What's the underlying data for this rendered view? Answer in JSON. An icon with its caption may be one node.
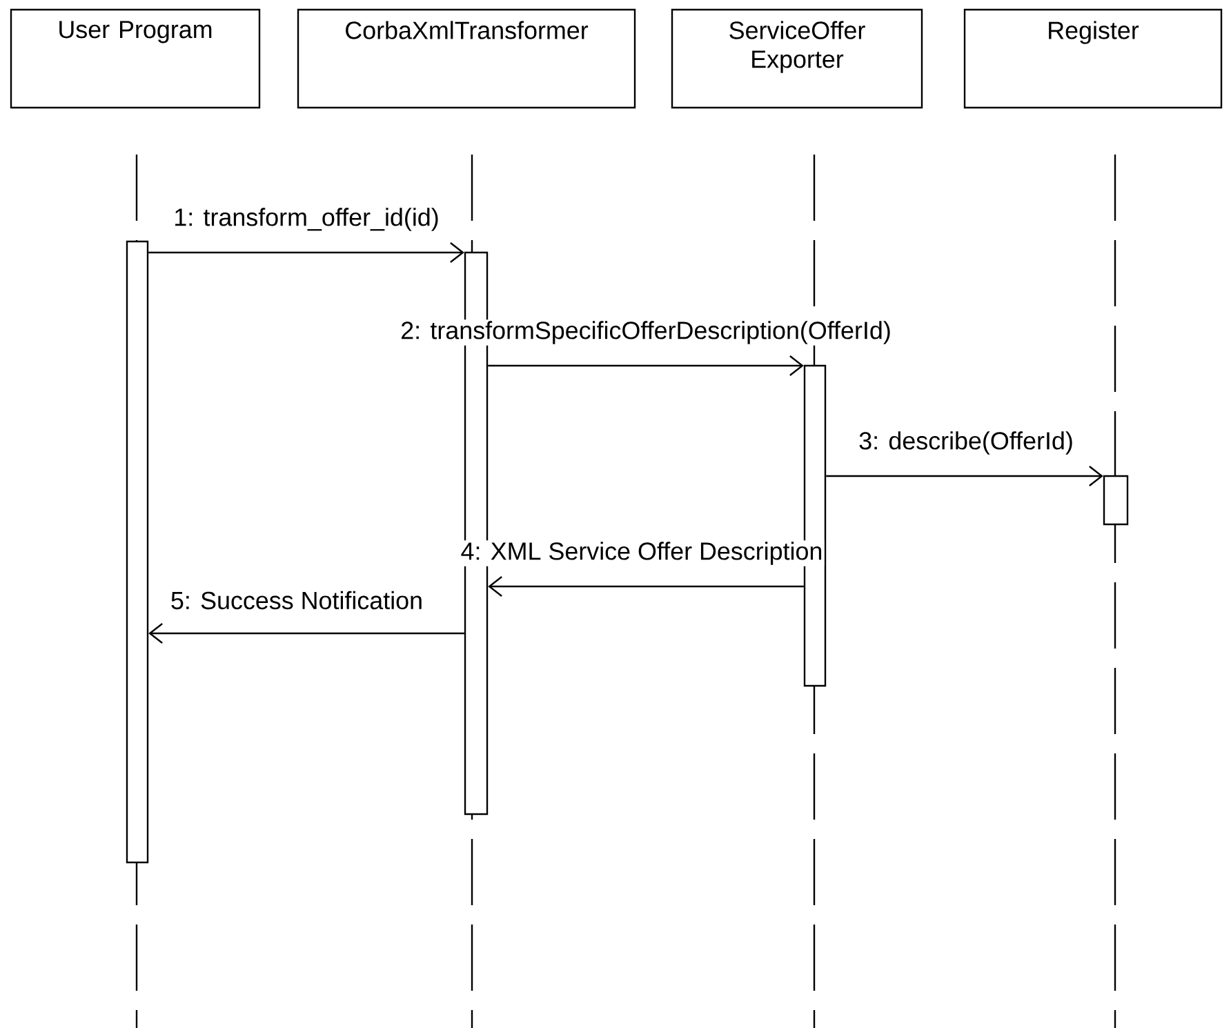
{
  "diagram": {
    "nodes": [
      {
        "text": [
          "User Program"
        ]
      },
      {
        "text": [
          "CorbaXmlTransformer"
        ]
      },
      {
        "text": [
          "ServiceOffer Exporter"
        ]
      },
      {
        "text": [
          "Register"
        ]
      },
      {
        "text": [],
        "shape": "bar"
      },
      {
        "text": [],
        "shape": "bar"
      },
      {
        "text": [],
        "shape": "bar"
      },
      {
        "text": [],
        "shape": "bar"
      }
    ],
    "edges": [
      {
        "from": 4,
        "to": 5,
        "arrow": "to",
        "label": "1: transform_offer_id(id)"
      },
      {
        "from": 5,
        "to": 6,
        "arrow": "to",
        "label": "2: transformSpecificOfferDescription(OfferId)"
      },
      {
        "from": 6,
        "to": 7,
        "arrow": "to",
        "label": "3: describe(OfferId)"
      },
      {
        "from": 6,
        "to": 5,
        "arrow": "to",
        "label": "4: XML Service Offer Description"
      },
      {
        "from": 5,
        "to": 4,
        "arrow": "to",
        "label": "5: Success Notification"
      }
    ]
  }
}
